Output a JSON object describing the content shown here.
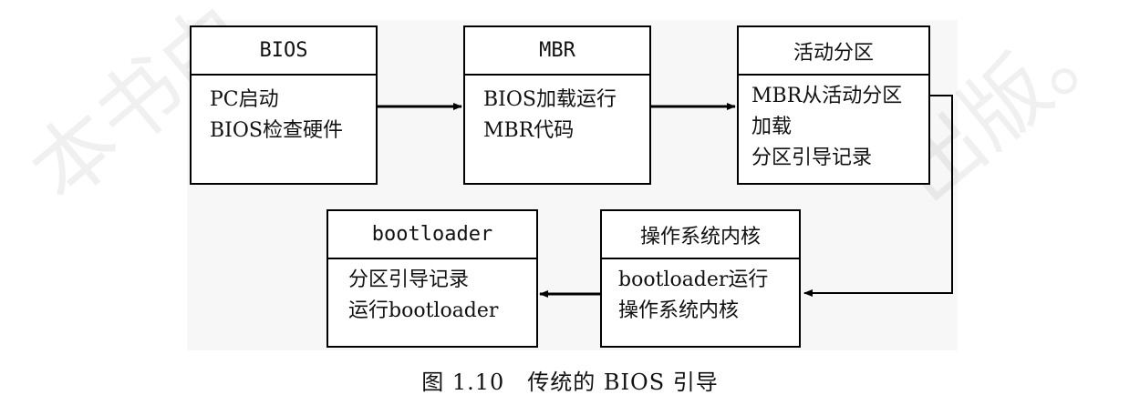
{
  "watermark": {
    "left_text": "本书由",
    "right_text": "出版。"
  },
  "boxes": {
    "bios": {
      "header": "BIOS",
      "lines": [
        "PC启动",
        "BIOS检查硬件"
      ]
    },
    "mbr": {
      "header": "MBR",
      "lines": [
        "BIOS加载运行",
        "MBR代码"
      ]
    },
    "active_partition": {
      "header": "活动分区",
      "lines": [
        "MBR从活动分区",
        "加载",
        "分区引导记录"
      ]
    },
    "kernel": {
      "header": "操作系统内核",
      "lines": [
        "bootloader运行",
        "操作系统内核"
      ]
    },
    "bootloader": {
      "header": "bootloader",
      "lines": [
        "分区引导记录",
        "运行bootloader"
      ]
    }
  },
  "caption": "图 1.10　传统的 BIOS 引导"
}
